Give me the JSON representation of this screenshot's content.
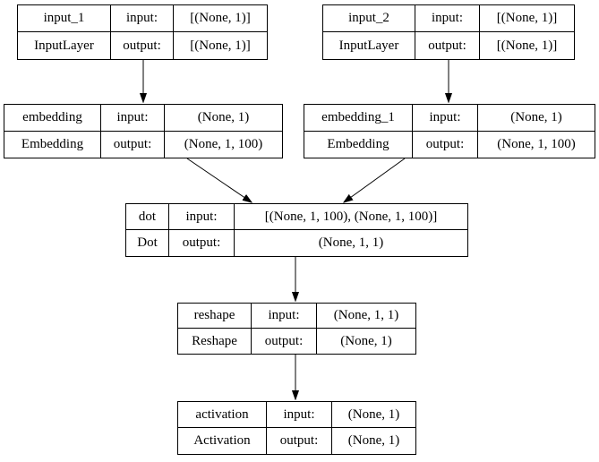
{
  "diagram": {
    "kind": "keras-model-architecture",
    "colors": {
      "background": "#ffffff",
      "border": "#000000",
      "text": "#000000"
    },
    "nodes": [
      {
        "name": "input_1",
        "class": "InputLayer",
        "input_label": "input:",
        "output_label": "output:",
        "input_shape": "[(None, 1)]",
        "output_shape": "[(None, 1)]"
      },
      {
        "name": "input_2",
        "class": "InputLayer",
        "input_label": "input:",
        "output_label": "output:",
        "input_shape": "[(None, 1)]",
        "output_shape": "[(None, 1)]"
      },
      {
        "name": "embedding",
        "class": "Embedding",
        "input_label": "input:",
        "output_label": "output:",
        "input_shape": "(None, 1)",
        "output_shape": "(None, 1, 100)"
      },
      {
        "name": "embedding_1",
        "class": "Embedding",
        "input_label": "input:",
        "output_label": "output:",
        "input_shape": "(None, 1)",
        "output_shape": "(None, 1, 100)"
      },
      {
        "name": "dot",
        "class": "Dot",
        "input_label": "input:",
        "output_label": "output:",
        "input_shape": "[(None, 1, 100), (None, 1, 100)]",
        "output_shape": "(None, 1, 1)"
      },
      {
        "name": "reshape",
        "class": "Reshape",
        "input_label": "input:",
        "output_label": "output:",
        "input_shape": "(None, 1, 1)",
        "output_shape": "(None, 1)"
      },
      {
        "name": "activation",
        "class": "Activation",
        "input_label": "input:",
        "output_label": "output:",
        "input_shape": "(None, 1)",
        "output_shape": "(None, 1)"
      }
    ],
    "edges": [
      {
        "from": "input_1",
        "to": "embedding"
      },
      {
        "from": "input_2",
        "to": "embedding_1"
      },
      {
        "from": "embedding",
        "to": "dot"
      },
      {
        "from": "embedding_1",
        "to": "dot"
      },
      {
        "from": "dot",
        "to": "reshape"
      },
      {
        "from": "reshape",
        "to": "activation"
      }
    ]
  }
}
